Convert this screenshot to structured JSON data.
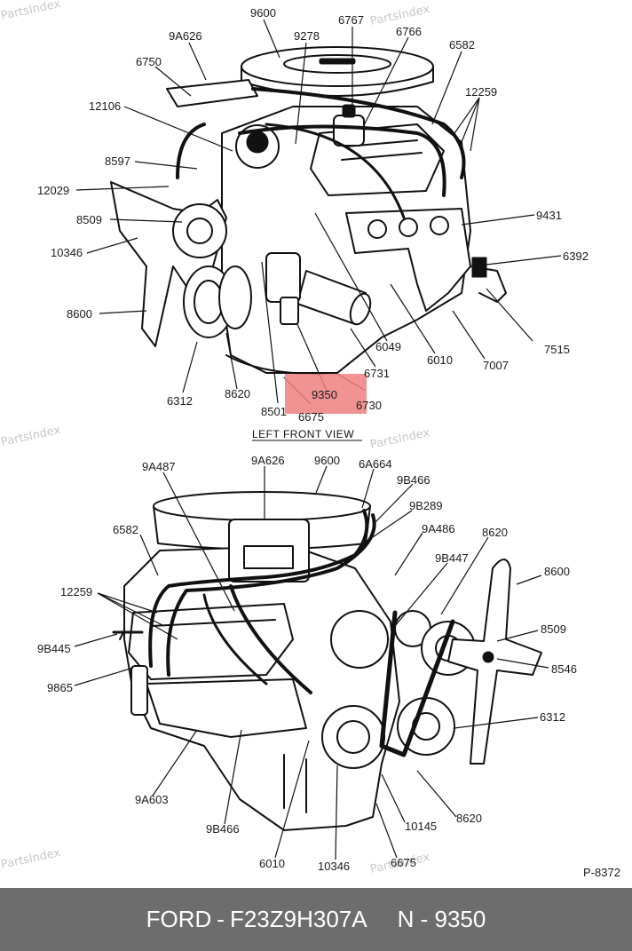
{
  "watermark": "PartsIndex",
  "highlight_color": "#f08080",
  "footer": {
    "brand": "FORD",
    "part_number": "F23Z9H307A",
    "ref": "N - 9350",
    "dash": "-",
    "background": "#6d6d6d"
  },
  "top_view": {
    "caption": "LEFT FRONT VIEW",
    "highlighted_label": "9350",
    "labels": [
      "9600",
      "9A626",
      "9278",
      "6767",
      "6766",
      "6582",
      "6750",
      "12259",
      "12106",
      "8597",
      "12029",
      "8509",
      "10346",
      "8600",
      "6312",
      "8620",
      "8501",
      "6675",
      "6730",
      "6731",
      "6049",
      "6010",
      "7007",
      "7515",
      "6392",
      "9431"
    ]
  },
  "bottom_view": {
    "labels": [
      "9A487",
      "9A626",
      "9600",
      "6A664",
      "9B466",
      "9B289",
      "6582",
      "9A486",
      "8620",
      "8600",
      "12259",
      "9B447",
      "8509",
      "9B445",
      "8546",
      "9865",
      "6312",
      "9A603",
      "9B466",
      "8620",
      "10145",
      "6010",
      "10346",
      "6675"
    ],
    "figure_id": "P-8372"
  }
}
